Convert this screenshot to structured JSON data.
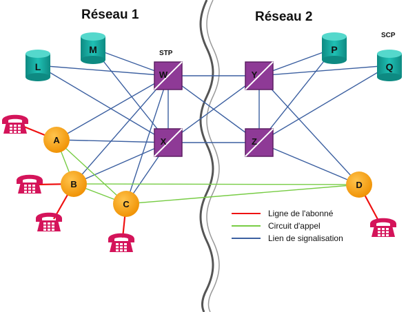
{
  "titles": {
    "network1": "Réseau 1",
    "network2": "Réseau 2"
  },
  "labels": {
    "stp": "STP",
    "scp": "SCP"
  },
  "databases": [
    {
      "id": "L",
      "label": "L"
    },
    {
      "id": "M",
      "label": "M"
    },
    {
      "id": "P",
      "label": "P"
    },
    {
      "id": "Q",
      "label": "Q"
    }
  ],
  "stps": [
    {
      "id": "W",
      "label": "W"
    },
    {
      "id": "X",
      "label": "X"
    },
    {
      "id": "Y",
      "label": "Y"
    },
    {
      "id": "Z",
      "label": "Z"
    }
  ],
  "switches": [
    {
      "id": "A",
      "label": "A"
    },
    {
      "id": "B",
      "label": "B"
    },
    {
      "id": "C",
      "label": "C"
    },
    {
      "id": "D",
      "label": "D"
    }
  ],
  "legend": [
    {
      "label": "Ligne de l'abonné",
      "color": "#ee1111"
    },
    {
      "label": "Circuit d'appel",
      "color": "#77cc44"
    },
    {
      "label": "Lien de signalisation",
      "color": "#3b5fa0"
    }
  ],
  "colors": {
    "subscriber_line": "#ee1111",
    "call_circuit": "#77cc44",
    "signaling_link": "#3b5fa0",
    "database": "#13a89e",
    "stp": "#8e3a96",
    "switch": "#f7a21b",
    "phone": "#d4145a"
  },
  "links": {
    "signaling": [
      [
        "L",
        "W"
      ],
      [
        "L",
        "X"
      ],
      [
        "M",
        "W"
      ],
      [
        "M",
        "X"
      ],
      [
        "W",
        "X"
      ],
      [
        "W",
        "Y"
      ],
      [
        "W",
        "Z"
      ],
      [
        "X",
        "Y"
      ],
      [
        "X",
        "Z"
      ],
      [
        "Y",
        "Z"
      ],
      [
        "Y",
        "P"
      ],
      [
        "Y",
        "Q"
      ],
      [
        "Z",
        "P"
      ],
      [
        "Z",
        "Q"
      ],
      [
        "A",
        "W"
      ],
      [
        "A",
        "X"
      ],
      [
        "B",
        "W"
      ],
      [
        "B",
        "X"
      ],
      [
        "C",
        "W"
      ],
      [
        "C",
        "X"
      ],
      [
        "D",
        "Y"
      ],
      [
        "D",
        "Z"
      ]
    ],
    "circuits": [
      [
        "A",
        "B"
      ],
      [
        "A",
        "C"
      ],
      [
        "B",
        "C"
      ],
      [
        "B",
        "D"
      ],
      [
        "C",
        "D"
      ]
    ],
    "subscriber": [
      [
        "A",
        "T1"
      ],
      [
        "B",
        "T2"
      ],
      [
        "B",
        "T3"
      ],
      [
        "C",
        "T4"
      ],
      [
        "D",
        "T5"
      ]
    ]
  }
}
